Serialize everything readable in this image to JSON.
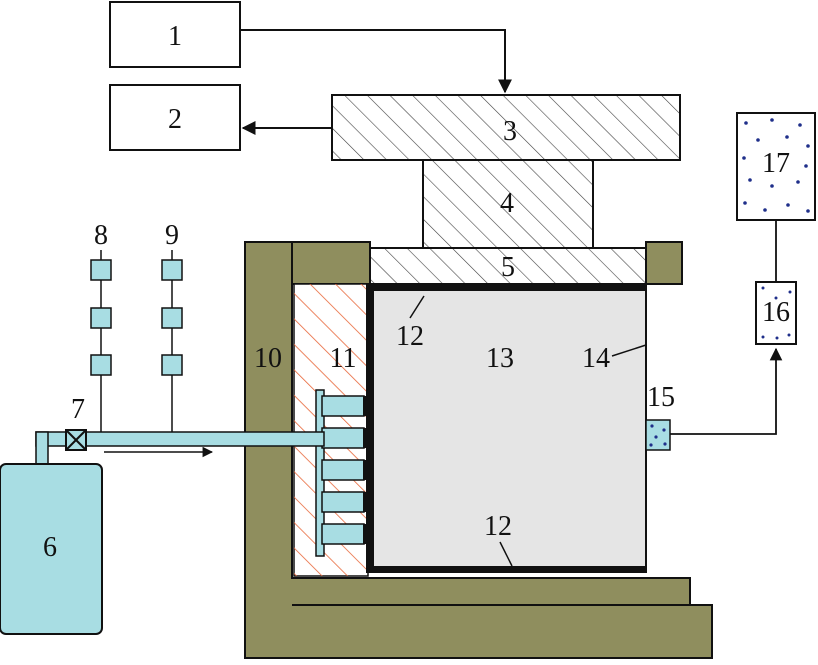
{
  "labels": {
    "l1": "1",
    "l2": "2",
    "l3": "3",
    "l4": "4",
    "l5": "5",
    "l6": "6",
    "l7": "7",
    "l8": "8",
    "l9": "9",
    "l10": "10",
    "l11": "11",
    "l12_top": "12",
    "l12_bottom": "12",
    "l13": "13",
    "l14": "14",
    "l15": "15",
    "l16": "16",
    "l17": "17"
  },
  "colors": {
    "frame": "#8f8e5e",
    "fluid": "#a8dde3",
    "sample": "#e5e5e5",
    "hatch_orange": "#e8673a",
    "dots": "#1f2f8a",
    "line": "#111111"
  }
}
